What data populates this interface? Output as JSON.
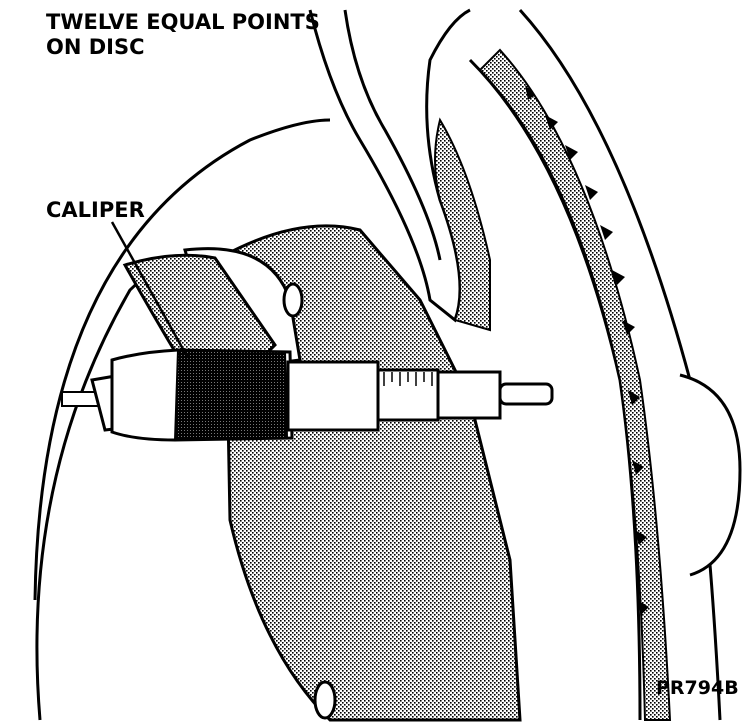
{
  "title_line1": "TWELVE EQUAL POINTS",
  "title_line2": "ON DISC",
  "caliper_label": "CALIPER",
  "figure_code": "PR794B",
  "colors": {
    "ink": "#000000",
    "paper": "#ffffff",
    "shade": "#9a9a9a"
  }
}
